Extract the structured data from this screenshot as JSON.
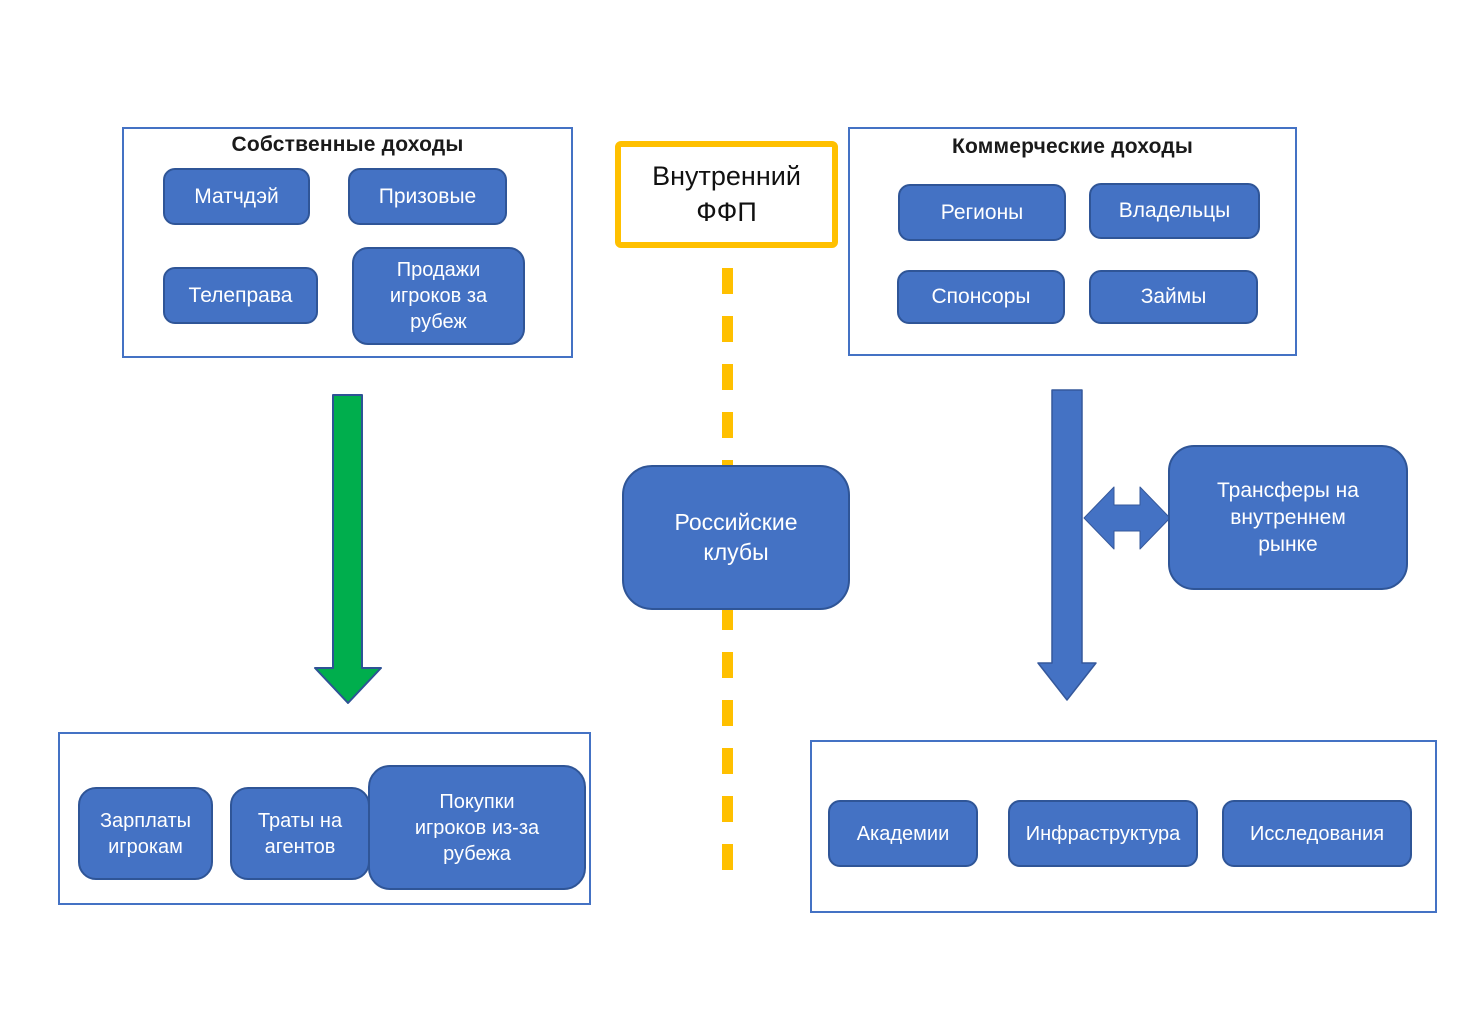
{
  "ffp": {
    "label": "Внутренний ФФП"
  },
  "own_income": {
    "title": "Собственные доходы",
    "items": [
      "Матчдэй",
      "Призовые",
      "Телеправа",
      "Продажи игроков за рубеж"
    ]
  },
  "commercial_income": {
    "title": "Коммерческие доходы",
    "items": [
      "Регионы",
      "Владельцы",
      "Спонсоры",
      "Займы"
    ]
  },
  "clubs": {
    "label": "Российские клубы"
  },
  "transfers": {
    "label": "Трансферы на внутреннем рынке"
  },
  "own_expenses": {
    "items": [
      "Зарплаты игрокам",
      "Траты на агентов",
      "Покупки игроков из-за рубежа"
    ]
  },
  "commercial_expenses": {
    "items": [
      "Академии",
      "Инфраструктура",
      "Исследования"
    ]
  },
  "colors": {
    "chip_blue": "#4472C4",
    "chip_border": "#2F5597",
    "frame_border": "#4472C4",
    "gold": "#FFC000",
    "green": "#00AE4D"
  }
}
